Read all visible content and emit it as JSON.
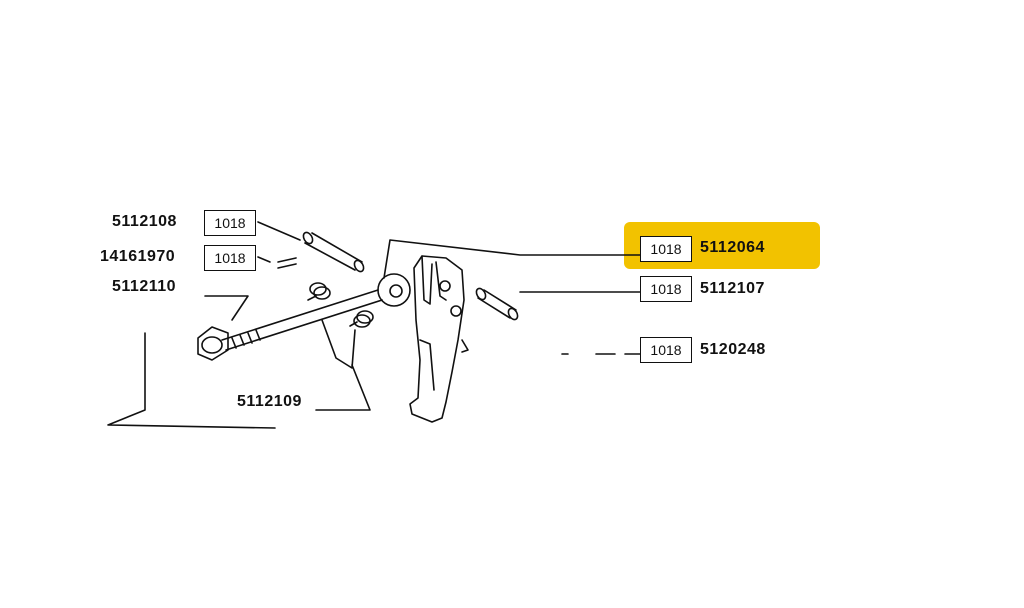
{
  "highlight_color": "#f2c200",
  "callouts": [
    {
      "part": "5112108",
      "qty": "1018"
    },
    {
      "part": "14161970",
      "qty": "1018"
    },
    {
      "part": "5112110"
    },
    {
      "part": "5112109"
    },
    {
      "part": "5112064",
      "qty": "1018",
      "highlighted": true
    },
    {
      "part": "5112107",
      "qty": "1018"
    },
    {
      "part": "5120248",
      "qty": "1018"
    }
  ]
}
